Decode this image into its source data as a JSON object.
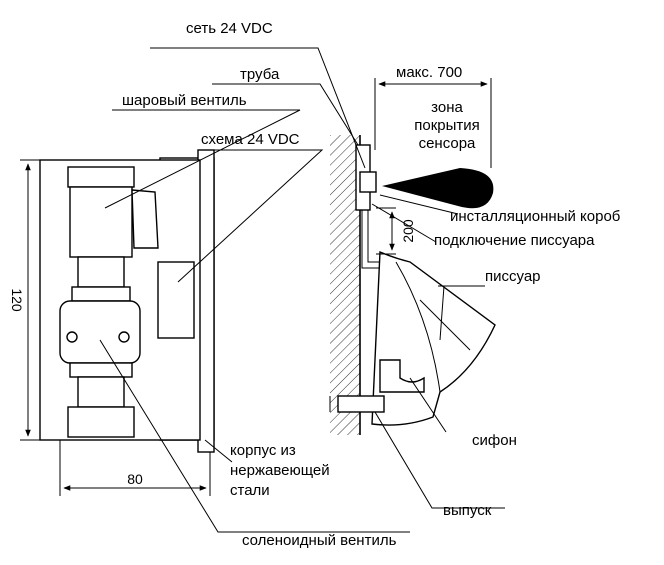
{
  "labels": {
    "network": "сеть 24 VDC",
    "pipe": "труба",
    "ball_valve": "шаровый вентиль",
    "circuit": "схема 24 VDC",
    "max_range": "макс. 700",
    "sensor_zone_1": "зона",
    "sensor_zone_2": "покрытия",
    "sensor_zone_3": "сенсора",
    "install_box": "инсталляционный короб",
    "urinal_connection": "подключение писсуара",
    "urinal": "писсуар",
    "housing_1": "корпус из",
    "housing_2": "нержавеющей",
    "housing_3": "стали",
    "siphon": "сифон",
    "outlet": "выпуск",
    "solenoid": "соленоидный вентиль"
  },
  "dimensions": {
    "height": "120",
    "width": "80",
    "offset": "200"
  },
  "colors": {
    "ink": "#000000",
    "background": "#ffffff"
  }
}
